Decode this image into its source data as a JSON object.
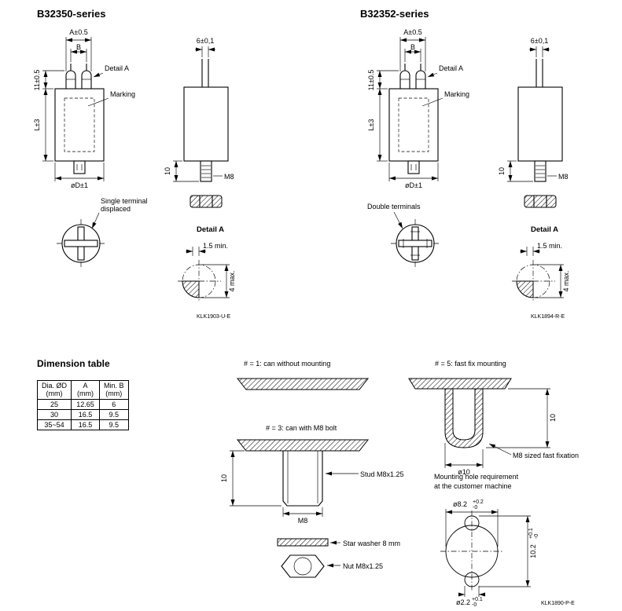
{
  "page": {
    "left_title": "B32350-series",
    "right_title": "B32352-series",
    "table_title": "Dimension table"
  },
  "left": {
    "dim_a": "A±0.5",
    "dim_b": "B",
    "dim_11": "11±0.5",
    "dim_l": "L±3",
    "detail_callout": "Detail A",
    "marking": "Marking",
    "dim_d": "øD±1",
    "dim_6": "6±0,1",
    "dim_10": "10",
    "m8": "M8",
    "terminal_line1": "Single terminal",
    "terminal_line2": "displaced",
    "detail_title": "Detail A",
    "dim_15": "1.5 min.",
    "dim_4": "4 max.",
    "code": "KLK1903-U-E"
  },
  "right": {
    "dim_a": "A±0.5",
    "dim_b": "B",
    "dim_11": "11±0.5",
    "dim_l": "L±3",
    "detail_callout": "Detail A",
    "marking": "Marking",
    "dim_d": "øD±1",
    "dim_6": "6±0,1",
    "dim_10": "10",
    "m8": "M8",
    "terminal_label": "Double terminals",
    "detail_title": "Detail A",
    "dim_15": "1.5 min.",
    "dim_4": "4 max.",
    "code": "KLK1894-R-E"
  },
  "table": {
    "col1": {
      "line1": "Dia. ØD",
      "line2": "(mm)"
    },
    "col2": {
      "line1": "A",
      "line2": "(mm)"
    },
    "col3": {
      "line1": "Min. B",
      "line2": "(mm)"
    },
    "rows": [
      {
        "d": "25",
        "a": "12.65",
        "b": "6"
      },
      {
        "d": "30",
        "a": "16.5",
        "b": "9.5"
      },
      {
        "d": "35~54",
        "a": "16.5",
        "b": "9.5"
      }
    ]
  },
  "mounting": {
    "variant1_label": "# = 1: can without mounting",
    "variant5_label": "# = 5: fast fix mounting",
    "variant3_label": "# = 3: can with M8 bolt",
    "dim_10_fastfix": "10",
    "dim_o10": "ø10",
    "fastfix_note": "M8 sized fast fixation",
    "dim_10_bolt": "10",
    "dim_m8": "M8",
    "stud_label": "Stud M8x1.25",
    "washer_label": "Star washer 8 mm",
    "nut_label": "Nut M8x1.25",
    "hole_req_line1": "Mounting hole requirement",
    "hole_req_line2": "at the customer machine",
    "dim_82": "ø8.2",
    "dim_82_sup": "+0.2",
    "dim_82_sub": "-0",
    "dim_102": "10.2",
    "dim_102_sup": "+0.1",
    "dim_102_sub": "-0",
    "dim_22": "ø2.2",
    "dim_22_sup": "+0.1",
    "dim_22_sub": "-0",
    "code": "KLK1890-P-E"
  }
}
